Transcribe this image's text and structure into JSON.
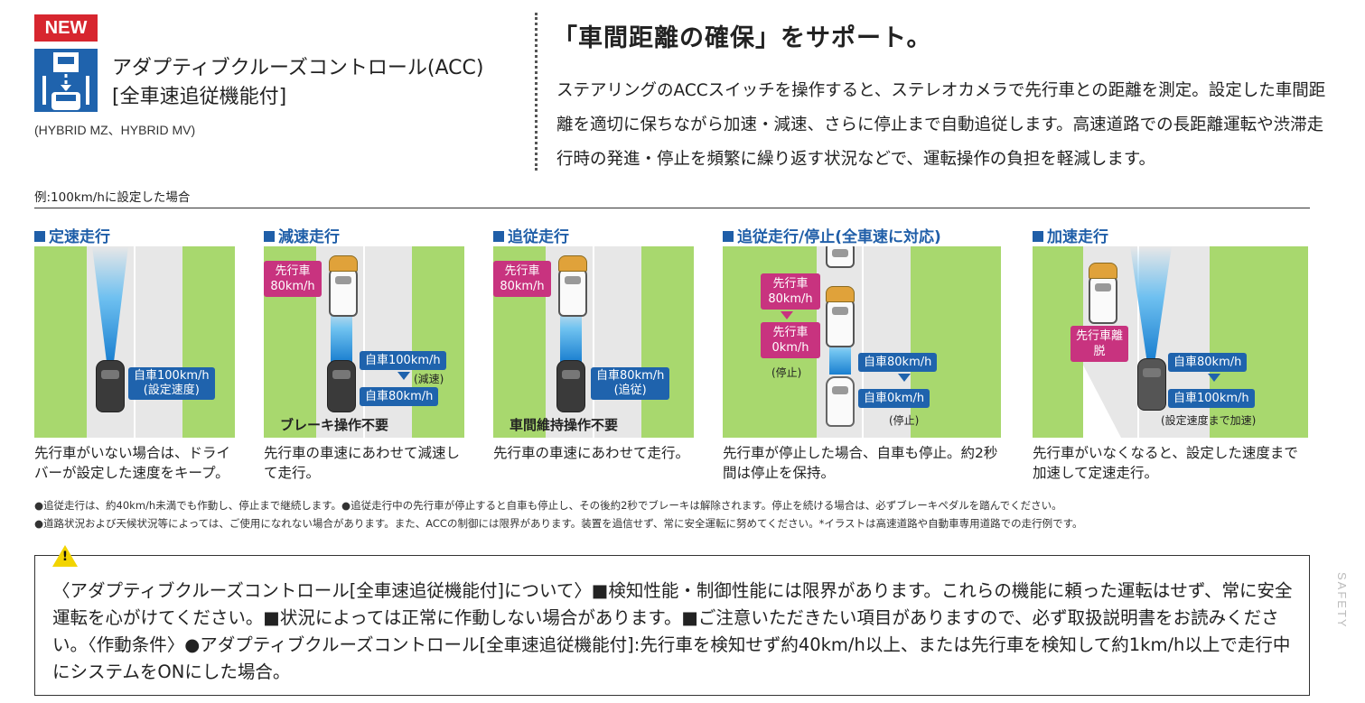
{
  "badge": "NEW",
  "acc": {
    "title_line1": "アダプティブクルーズコントロール(ACC)",
    "title_line2": "[全車速追従機能付]",
    "grades": "(HYBRID MZ、HYBRID MV)"
  },
  "intro": {
    "heading": "「車間距離の確保」をサポート。",
    "body": "ステアリングのACCスイッチを操作すると、ステレオカメラで先行車との距離を測定。設定した車間距離を適切に保ちながら加速・減速、さらに停止まで自動追従します。高速道路での長距離運転や渋滞走行時の発進・停止を頻繁に繰り返す状況などで、運転操作の負担を軽減します。"
  },
  "example_label": "例:100km/hに設定した場合",
  "scenarios": [
    {
      "title": "定速走行",
      "caption": "先行車がいない場合は、ドライバーが設定した速度をキープ。",
      "own_label": "自車100km/h",
      "own_sub": "(設定速度)"
    },
    {
      "title": "減速走行",
      "caption": "先行車の車速にあわせて減速して走行。",
      "lead_label": "先行車80km/h",
      "own_label_a": "自車100km/h",
      "own_label_b": "自車80km/h",
      "arrow_note": "(減速)",
      "bottom_note": "ブレーキ操作不要"
    },
    {
      "title": "追従走行",
      "caption": "先行車の車速にあわせて走行。",
      "lead_label": "先行車80km/h",
      "own_label": "自車80km/h",
      "own_sub": "(追従)",
      "bottom_note": "車間維持操作不要"
    },
    {
      "title": "追従走行/停止(全車速に対応)",
      "caption": "先行車が停止した場合、自車も停止。約2秒間は停止を保持。",
      "lead_label_a": "先行車80km/h",
      "lead_label_b": "先行車0km/h",
      "lead_note": "(停止)",
      "own_label_a": "自車80km/h",
      "own_label_b": "自車0km/h",
      "own_note": "(停止)"
    },
    {
      "title": "加速走行",
      "caption": "先行車がいなくなると、設定した速度まで加速して定速走行。",
      "lead_label": "先行車離脱",
      "own_label_a": "自車80km/h",
      "own_label_b": "自車100km/h",
      "own_note": "(設定速度まで加速)"
    }
  ],
  "notes": [
    "●追従走行は、約40km/h未満でも作動し、停止まで継続します。●追従走行中の先行車が停止すると自車も停止し、その後約2秒でブレーキは解除されます。停止を続ける場合は、必ずブレーキペダルを踏んでください。",
    "●道路状況および天候状況等によっては、ご使用になれない場合があります。また、ACCの制御には限界があります。装置を過信せず、常に安全運転に努めてください。*イラストは高速道路や自動車専用道路での走行例です。"
  ],
  "warning": {
    "text": "〈アダプティブクルーズコントロール[全車速追従機能付]について〉■検知性能・制御性能には限界があります。これらの機能に頼った運転はせず、常に安全運転を心がけてください。■状況によっては正常に作動しない場合があります。■ご注意いただきたい項目がありますので、必ず取扱説明書をお読みください。〈作動条件〉●アダプティブクルーズコントロール[全車速追従機能付]:先行車を検知せず約40km/h以上、または先行車を検知して約1km/h以上で走行中にシステムをONにした場合。"
  },
  "side_label": "SAFETY",
  "icons": {
    "feature": "radar-car-icon",
    "warning": "warning-triangle-icon"
  },
  "colors": {
    "badge": "#d7262f",
    "heading_blue": "#1f5ea8",
    "label_blue": "#1f63ad",
    "label_pink": "#c8337f",
    "grass": "#a8d86e"
  }
}
